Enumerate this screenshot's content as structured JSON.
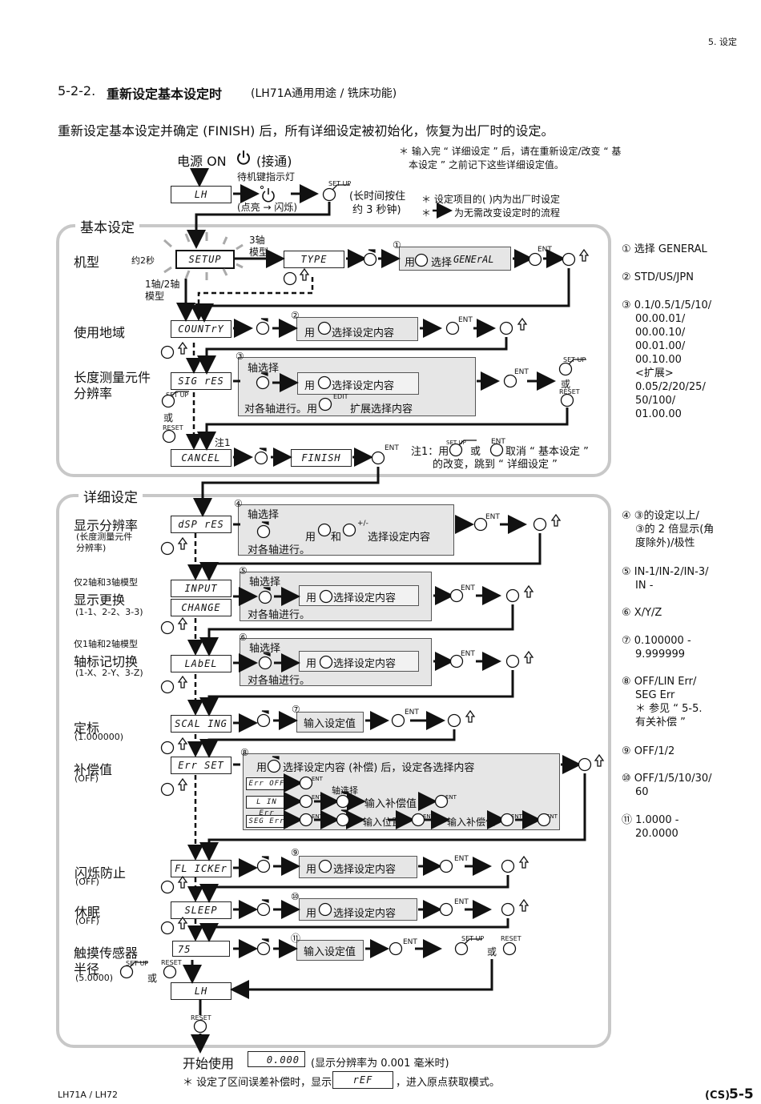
{
  "page": {
    "header_right": "5. 设定",
    "footer_left": "LH71A / LH72",
    "footer_right_prefix": "(CS)",
    "footer_right_page": "5-5"
  },
  "section": {
    "number": "5-2-2.",
    "title": "重新设定基本设定时",
    "subtitle": "(LH71A通用用途 / 铣床功能)",
    "intro": "重新设定基本设定并确定 (FINISH) 后，所有详细设定被初始化，恢复为出厂时的设定。"
  },
  "power": {
    "label_pre": "电源 ON",
    "label_post": "(接通)",
    "standby_label": "待机键指示灯",
    "lamp_note": "(点亮 → 闪烁)",
    "display": "LH",
    "setup_key": "SET UP",
    "long_press_1": "(长时间按住",
    "long_press_2": "约 3 秒钟)"
  },
  "notes": {
    "n1_line1": "＊ 输入完 “ 详细设定 ” 后，请在重新设定/改变 “ 基",
    "n1_line2": "本设定 ” 之前记下这些详细设定值。",
    "n2": "＊ 设定项目的(     )内为出厂时设定",
    "n3": "为无需改变设定时的流程",
    "n3_star": "＊"
  },
  "basic": {
    "title": "基本设定",
    "model_label": "机型",
    "approx_2s": "约2秒",
    "setup_display": "SETUP",
    "axis3_1": "3轴",
    "axis3_2": "模型",
    "type_display": "TYPE",
    "p1_text": "选择",
    "p1_use": "用",
    "general_display": "GENErAL",
    "axis12_1": "1轴/2轴",
    "axis12_2": "模型",
    "region_label": "使用地域",
    "country_display": "COUNTrY",
    "p2_use": "用",
    "p2_text": "选择设定内容",
    "res_label_1": "长度测量元件",
    "res_label_2": "分辨率",
    "sigres_display": "SIG rES",
    "p3_axis": "轴选择",
    "p3_use": "用",
    "p3_text": "选择设定内容",
    "p3_each": "对各轴进行。用",
    "p3_edit": "EDIT",
    "p3_expand": "扩展选择内容",
    "or": "或",
    "reset": "RESET",
    "setup": "SET UP",
    "note1_mark": "注1",
    "cancel_display": "CANCEL",
    "finish_display": "FINISH",
    "note1_line1_a": "注1：用",
    "note1_line1_b": "或",
    "note1_line1_c": "取消 “ 基本设定 ”",
    "note1_line2": "的改变，跳到 “ 详细设定 ”",
    "ent": "ENT"
  },
  "detail": {
    "title": "详细设定",
    "disp_label": "显示分辨率",
    "disp_sub_1": "(长度测量元件",
    "disp_sub_2": "分辨率)",
    "dspres_display": "dSP rES",
    "p4_axis": "轴选择",
    "p4_use": "用",
    "p4_and": "和",
    "p4_pm": "+/-",
    "p4_text": "选择设定内容",
    "p4_each": "对各轴进行。",
    "chg_pre": "仅2轴和3轴模型",
    "chg_label": "显示更换",
    "chg_sub": "(1-1、2-2、3-3)",
    "input_display": "INPUT",
    "change_display": "CHANGE",
    "p5_axis": "轴选择",
    "p5_use": "用",
    "p5_text": "选择设定内容",
    "p5_each": "对各轴进行。",
    "lbl_pre": "仅1轴和2轴模型",
    "lbl_label": "轴标记切换",
    "lbl_sub": "(1-X、2-Y、3-Z)",
    "label_display": "LAbEL",
    "p6_axis": "轴选择",
    "p6_use": "用",
    "p6_text": "选择设定内容",
    "p6_each": "对各轴进行。",
    "scal_label": "定标",
    "scal_sub": "(1.000000)",
    "scaling_display": "SCAL ING",
    "p7_text": "输入设定值",
    "err_label": "补偿值",
    "err_sub": "(OFF)",
    "errset_display": "Err SET",
    "p8_use": "用",
    "p8_text": "选择设定内容 (补偿) 后，设定各选择内容",
    "err_off_display": "Err OFF",
    "lin_err_display": "L IN Err",
    "seg_err_display": "SEG Err",
    "p8_axis": "轴选择",
    "p8_input_comp": "输入补偿值",
    "p8_input_pos": "输入位置",
    "p8_input_comp2": "输入补偿值",
    "flk_label": "闪烁防止",
    "flk_sub": "(OFF)",
    "flicker_display": "FL ICKEr",
    "p9_use": "用",
    "p9_text": "选择设定内容",
    "sleep_label": "休眠",
    "sleep_sub": "(OFF)",
    "sleep_display": "SLEEP",
    "p10_use": "用",
    "p10_text": "选择设定内容",
    "probe_label_1": "触摸传感器",
    "probe_label_2": "半径",
    "probe_sub": "(5.0000)",
    "probe_display": "75",
    "p11_text": "输入设定值",
    "or": "或",
    "lh_display": "LH",
    "reset": "RESET",
    "setup": "SET UP",
    "ent": "ENT"
  },
  "start": {
    "label": "开始使用",
    "display": "0.000",
    "note": "(显示分辨率为 0.001 毫米时)",
    "ref_pre": "＊ 设定了区间误差补偿时，显示",
    "ref_display": "rEF",
    "ref_post": "，进入原点获取模式。"
  },
  "side": {
    "s1": "① 选择 GENERAL",
    "s2": "② STD/US/JPN",
    "s3": [
      "③ 0.1/0.5/1/5/10/",
      "00.00.01/",
      "00.00.10/",
      "00.01.00/",
      "00.10.00",
      "<扩展>",
      "0.05/2/20/25/",
      "50/100/",
      "01.00.00"
    ],
    "s4": [
      "④ ③的设定以上/",
      "③的 2 倍显示(角",
      "度除外)/极性"
    ],
    "s5": [
      "⑤ IN-1/IN-2/IN-3/",
      "IN -"
    ],
    "s6": "⑥ X/Y/Z",
    "s7": [
      "⑦ 0.100000 -",
      "9.999999"
    ],
    "s8": [
      "⑧ OFF/LIN Err/",
      "SEG Err",
      "＊ 参见 “ 5-5.",
      "有关补偿 ”"
    ],
    "s9": "⑨ OFF/1/2",
    "s10": [
      "⑩ OFF/1/5/10/30/",
      "60"
    ],
    "s11": [
      "⑪ 1.0000 -",
      "20.0000"
    ]
  },
  "circled": [
    "①",
    "②",
    "③",
    "④",
    "⑤",
    "⑥",
    "⑦",
    "⑧",
    "⑨",
    "⑩",
    "⑪"
  ]
}
